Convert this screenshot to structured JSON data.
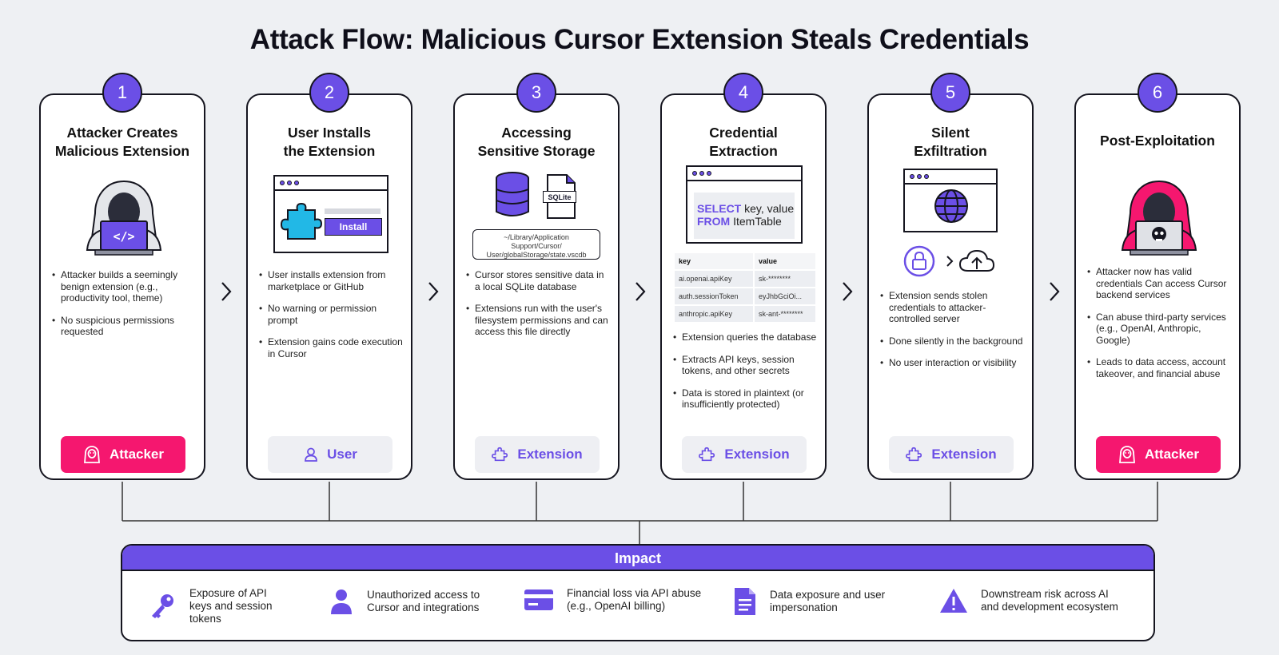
{
  "title": "Attack Flow: Malicious Cursor Extension Steals Credentials",
  "colors": {
    "purple": "#6b4fe6",
    "pink": "#f5176f",
    "dark": "#15151f",
    "bg": "#eef0f3"
  },
  "steps": [
    {
      "num": "1",
      "title_line1": "Attacker Creates",
      "title_line2": "Malicious Extension",
      "bullets": [
        "Attacker builds a seemingly benign extension (e.g., productivity tool, theme)",
        "No suspicious permissions requested"
      ],
      "role": "Attacker",
      "role_icon": "attacker-icon"
    },
    {
      "num": "2",
      "title_line1": "User Installs",
      "title_line2": "the Extension",
      "install_label": "Install",
      "bullets": [
        "User installs extension from marketplace or GitHub",
        "No warning or permission prompt",
        "Extension gains code execution in Cursor"
      ],
      "role": "User",
      "role_icon": "user-icon"
    },
    {
      "num": "3",
      "title_line1": "Accessing",
      "title_line2": "Sensitive Storage",
      "file_label": "SQLite",
      "path": "~/Library/Application Support/Cursor/ User/globalStorage/state.vscdb",
      "bullets": [
        "Cursor stores sensitive data in a local SQLite database",
        "Extensions run with the user's filesystem permissions and can access this file directly"
      ],
      "role": "Extension",
      "role_icon": "puzzle-icon"
    },
    {
      "num": "4",
      "title_line1": "Credential",
      "title_line2": "Extraction",
      "sql_kw1": "SELECT",
      "sql_rest1": " key, value",
      "sql_kw2": "FROM",
      "sql_rest2": " ItemTable",
      "table": {
        "headers": [
          "key",
          "value"
        ],
        "rows": [
          [
            "ai.openai.apiKey",
            "sk-********"
          ],
          [
            "auth.sessionToken",
            "eyJhbGciOi..."
          ],
          [
            "anthropic.apiKey",
            "sk-ant-********"
          ]
        ]
      },
      "bullets": [
        "Extension queries the database",
        "Extracts API keys, session tokens, and other secrets",
        "Data is stored in plaintext (or insufficiently protected)"
      ],
      "role": "Extension",
      "role_icon": "puzzle-icon"
    },
    {
      "num": "5",
      "title_line1": "Silent",
      "title_line2": "Exfiltration",
      "bullets": [
        "Extension sends stolen credentials to attacker- controlled server",
        "Done silently in the background",
        "No user interaction or visibility"
      ],
      "role": "Extension",
      "role_icon": "puzzle-icon"
    },
    {
      "num": "6",
      "title_line1": "Post-Exploitation",
      "title_line2": "",
      "bullets": [
        "Attacker now has valid credentials Can access Cursor backend services",
        "Can abuse third-party services (e.g., OpenAI, Anthropic, Google)",
        "Leads to data access, account takeover, and financial abuse"
      ],
      "role": "Attacker",
      "role_icon": "attacker-icon"
    }
  ],
  "impact": {
    "title": "Impact",
    "items": [
      {
        "icon": "key-icon",
        "text": "Exposure of API keys and session tokens"
      },
      {
        "icon": "person-icon",
        "text": "Unauthorized access to Cursor and integrations"
      },
      {
        "icon": "credit-card-icon",
        "text": "Financial loss via API abuse (e.g., OpenAI billing)"
      },
      {
        "icon": "document-icon",
        "text": "Data exposure and user impersonation"
      },
      {
        "icon": "warning-icon",
        "text": "Downstream risk across AI and development ecosystem"
      }
    ]
  }
}
